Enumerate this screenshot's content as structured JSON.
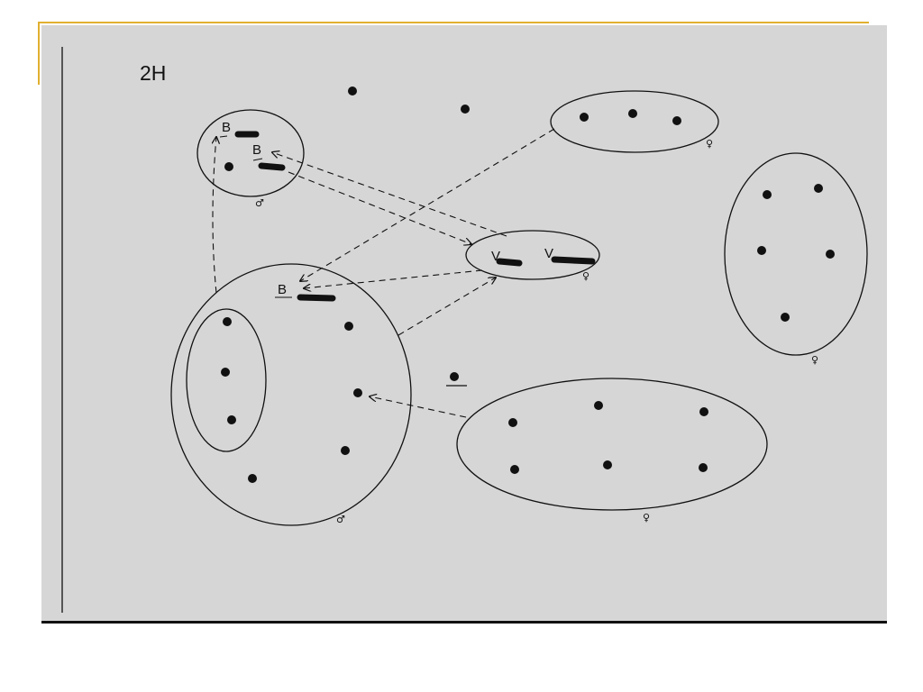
{
  "slide": {
    "title": "2H"
  },
  "labels": {
    "b_small_top": "B",
    "b_small_bottom": "B",
    "b_large": "B",
    "v_left": "V",
    "v_right": "V"
  },
  "symbols": {
    "male": "♂",
    "female": "♀"
  },
  "colors": {
    "panel": "#d6d6d6",
    "accent": "#e0b030",
    "ink": "#111111"
  }
}
